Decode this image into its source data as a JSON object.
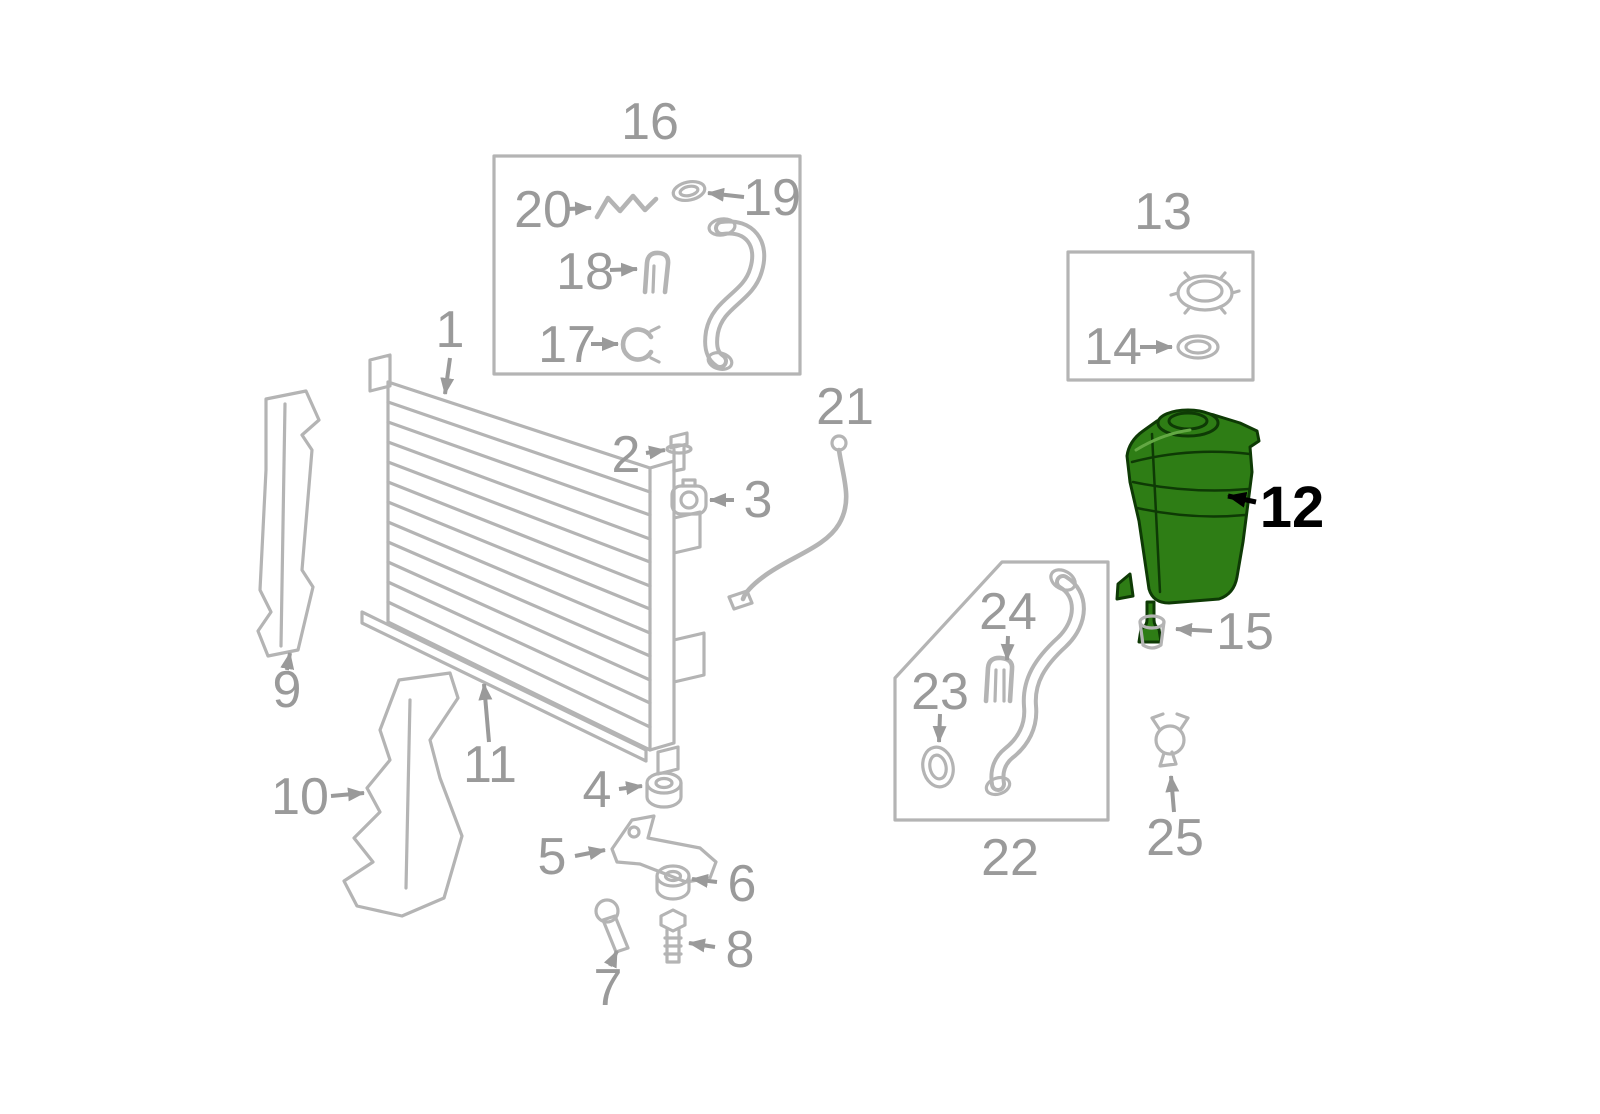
{
  "diagram": {
    "kind": "parts-diagram",
    "subject_visible_text_only": true,
    "highlighted_part": "12",
    "colors": {
      "background": "#ffffff",
      "part_line_gray": "#b4b4b4",
      "label_gray": "#9a9a9a",
      "highlight_fill_green": "#2e7d15",
      "highlight_outline_green": "#0e3a05",
      "highlight_label_black": "#000000"
    },
    "labels": {
      "p1": "1",
      "p2": "2",
      "p3": "3",
      "p4": "4",
      "p5": "5",
      "p6": "6",
      "p7": "7",
      "p8": "8",
      "p9": "9",
      "p10": "10",
      "p11": "11",
      "p12": "12",
      "p13": "13",
      "p14": "14",
      "p15": "15",
      "p16": "16",
      "p17": "17",
      "p18": "18",
      "p19": "19",
      "p20": "20",
      "p21": "21",
      "p22": "22",
      "p23": "23",
      "p24": "24",
      "p25": "25"
    }
  }
}
